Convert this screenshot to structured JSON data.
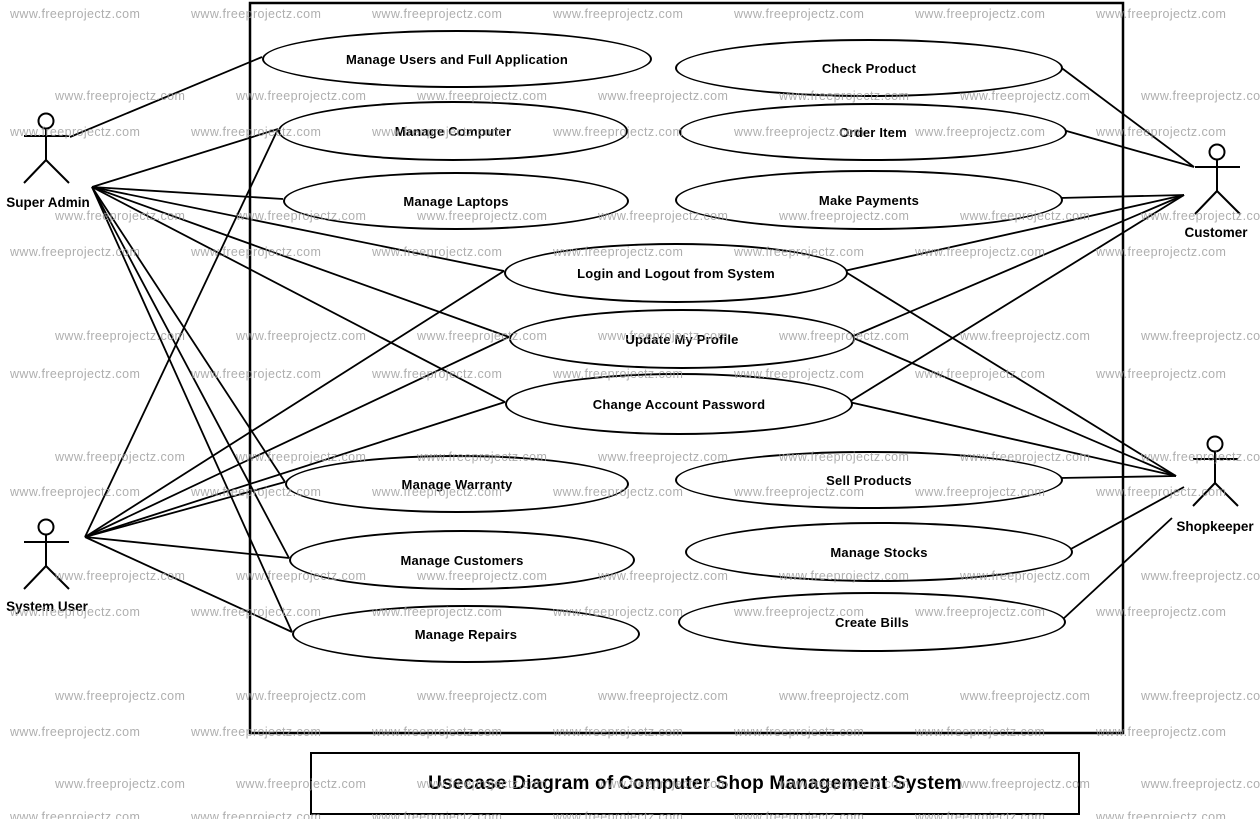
{
  "watermark": {
    "text": "www.freeprojectz.com",
    "color": "#9b9b9b"
  },
  "title_box": {
    "label": "Usecase Diagram of Computer Shop Management System"
  },
  "actors": [
    {
      "id": "super-admin",
      "label": "Super Admin"
    },
    {
      "id": "system-user",
      "label": "System User"
    },
    {
      "id": "customer",
      "label": "Customer"
    },
    {
      "id": "shopkeeper",
      "label": "Shopkeeper"
    }
  ],
  "use_cases": [
    {
      "id": "manage-users",
      "label": "Manage Users and Full Application"
    },
    {
      "id": "manage-computer",
      "label": "Manage Computer"
    },
    {
      "id": "manage-laptops",
      "label": "Manage Laptops"
    },
    {
      "id": "check-product",
      "label": "Check Product"
    },
    {
      "id": "order-item",
      "label": "Order Item"
    },
    {
      "id": "make-payments",
      "label": "Make Payments"
    },
    {
      "id": "login-logout",
      "label": "Login and Logout from System"
    },
    {
      "id": "update-profile",
      "label": "Update My Profile"
    },
    {
      "id": "change-password",
      "label": "Change Account Password"
    },
    {
      "id": "manage-warranty",
      "label": "Manage Warranty"
    },
    {
      "id": "manage-customers",
      "label": "Manage Customers"
    },
    {
      "id": "manage-repairs",
      "label": "Manage Repairs"
    },
    {
      "id": "sell-products",
      "label": "Sell Products"
    },
    {
      "id": "manage-stocks",
      "label": "Manage Stocks"
    },
    {
      "id": "create-bills",
      "label": "Create Bills"
    }
  ],
  "associations": [
    {
      "actor": "super-admin",
      "use_case": "manage-users"
    },
    {
      "actor": "super-admin",
      "use_case": "manage-computer"
    },
    {
      "actor": "super-admin",
      "use_case": "manage-laptops"
    },
    {
      "actor": "super-admin",
      "use_case": "login-logout"
    },
    {
      "actor": "super-admin",
      "use_case": "update-profile"
    },
    {
      "actor": "super-admin",
      "use_case": "change-password"
    },
    {
      "actor": "super-admin",
      "use_case": "manage-warranty"
    },
    {
      "actor": "super-admin",
      "use_case": "manage-customers"
    },
    {
      "actor": "super-admin",
      "use_case": "manage-repairs"
    },
    {
      "actor": "system-user",
      "use_case": "manage-computer"
    },
    {
      "actor": "system-user",
      "use_case": "login-logout"
    },
    {
      "actor": "system-user",
      "use_case": "update-profile"
    },
    {
      "actor": "system-user",
      "use_case": "change-password"
    },
    {
      "actor": "system-user",
      "use_case": "manage-warranty"
    },
    {
      "actor": "system-user",
      "use_case": "manage-customers"
    },
    {
      "actor": "system-user",
      "use_case": "manage-repairs"
    },
    {
      "actor": "customer",
      "use_case": "check-product"
    },
    {
      "actor": "customer",
      "use_case": "order-item"
    },
    {
      "actor": "customer",
      "use_case": "make-payments"
    },
    {
      "actor": "customer",
      "use_case": "login-logout"
    },
    {
      "actor": "customer",
      "use_case": "update-profile"
    },
    {
      "actor": "customer",
      "use_case": "change-password"
    },
    {
      "actor": "shopkeeper",
      "use_case": "sell-products"
    },
    {
      "actor": "shopkeeper",
      "use_case": "manage-stocks"
    },
    {
      "actor": "shopkeeper",
      "use_case": "create-bills"
    },
    {
      "actor": "shopkeeper",
      "use_case": "login-logout"
    },
    {
      "actor": "shopkeeper",
      "use_case": "update-profile"
    },
    {
      "actor": "shopkeeper",
      "use_case": "change-password"
    }
  ]
}
